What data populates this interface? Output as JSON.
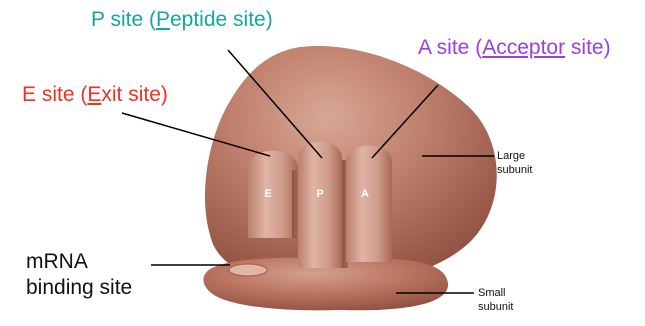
{
  "colors": {
    "p_site": "#15a6a0",
    "a_site": "#9b3fe0",
    "e_site": "#ee3322",
    "leader_lines": "#000000",
    "ribosome_body": "#b5705e",
    "channel_letters": "#ffffff"
  },
  "labels": {
    "p_site": {
      "prefix": "P site (",
      "underlined": "P",
      "rest": "eptide site)"
    },
    "a_site": {
      "prefix": "A site (",
      "underlined": "Acceptor",
      "rest": " site)"
    },
    "e_site": {
      "prefix": "E site (",
      "underlined": "E",
      "rest": "xit site)"
    },
    "mrna": {
      "line1": "mRNA",
      "line2": "binding site"
    },
    "large_subunit": {
      "line1": "Large",
      "line2": "subunit"
    },
    "small_subunit": {
      "line1": "Small",
      "line2": "subunit"
    }
  },
  "channels": {
    "e": "E",
    "p": "P",
    "a": "A"
  }
}
